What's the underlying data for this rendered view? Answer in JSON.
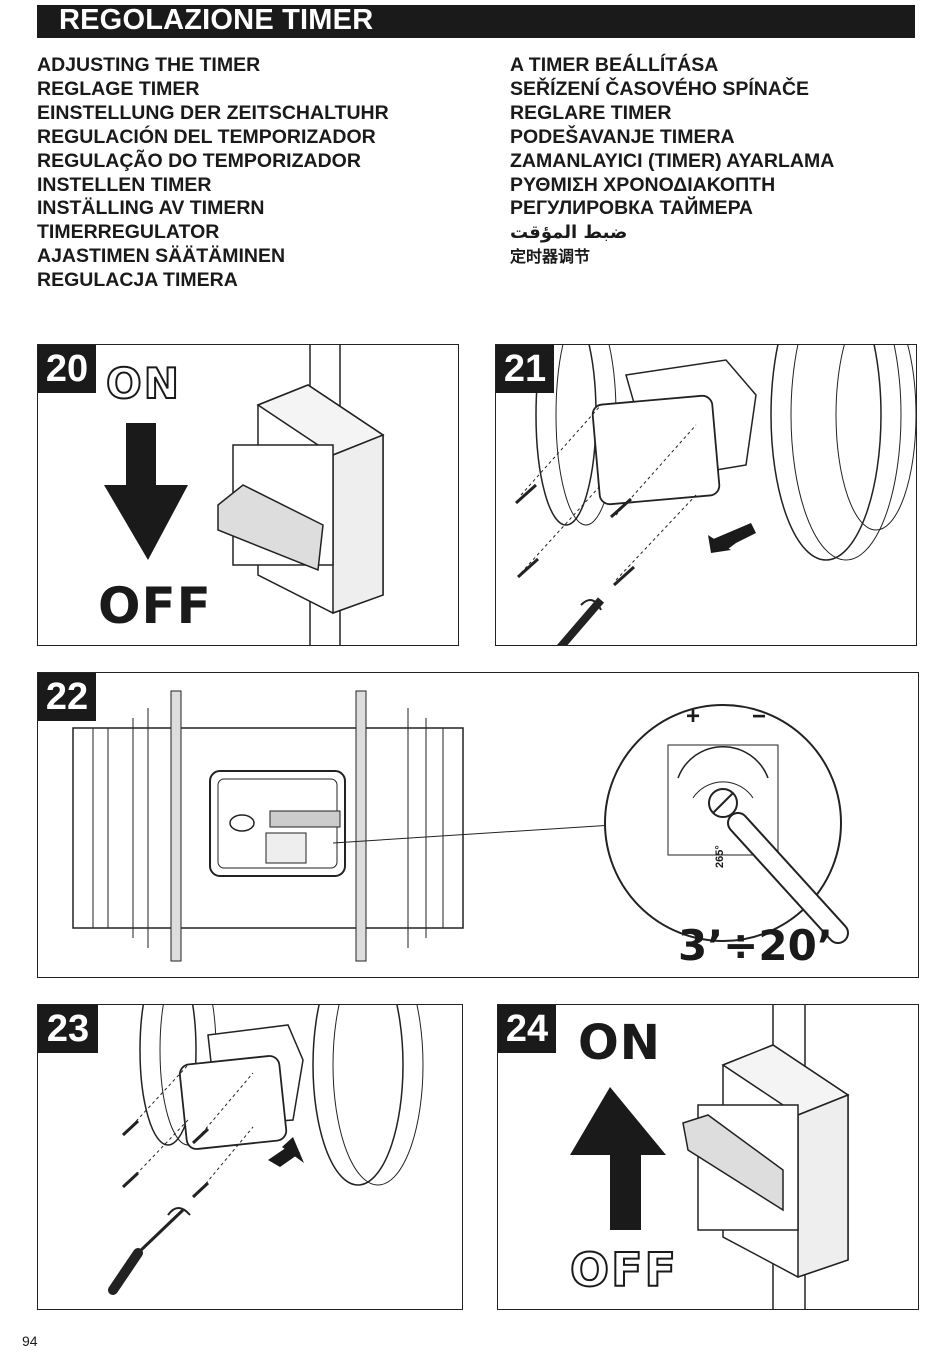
{
  "header": {
    "title": "REGOLAZIONE TIMER"
  },
  "languages_left": [
    "ADJUSTING THE TIMER",
    "REGLAGE TIMER",
    "EINSTELLUNG DER ZEITSCHALTUHR",
    "REGULACIÓN DEL TEMPORIZADOR",
    "REGULAÇÃO DO TEMPORIZADOR",
    "INSTELLEN TIMER",
    "INSTÄLLING AV TIMERN",
    "TIMERREGULATOR",
    "AJASTIMEN SÄÄTÄMINEN",
    "REGULACJA TIMERA"
  ],
  "languages_right": [
    "A TIMER BEÁLLÍTÁSA",
    "SEŘÍZENÍ ČASOVÉHO SPÍNAČE",
    "REGLARE TIMER",
    "PODEŠAVANJE TIMERA",
    "ZAMANLAYICI (TIMER) AYARLAMA",
    "ΡΥΘΜΙΣΗ ΧΡΟΝΟΔΙΑΚΟΠΤΗ",
    "РЕГУЛИРОВКА ТАЙМЕРА",
    "ضبط المؤقت",
    "定时器调节"
  ],
  "steps": {
    "s20": {
      "number": "20",
      "on_label": "ON",
      "off_label": "OFF"
    },
    "s21": {
      "number": "21"
    },
    "s22": {
      "number": "22",
      "time_range": "3’÷20’",
      "angle_label": "265°",
      "plus": "+",
      "minus": "−"
    },
    "s23": {
      "number": "23"
    },
    "s24": {
      "number": "24",
      "on_label": "ON",
      "off_label": "OFF"
    }
  },
  "page_number": "94"
}
